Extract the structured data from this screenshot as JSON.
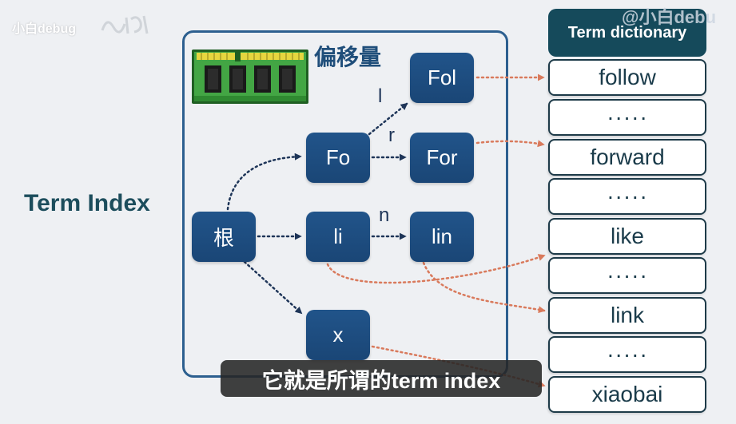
{
  "watermark": {
    "left_text": "小白debug",
    "right_text": "@小白debu"
  },
  "term_index": {
    "label": "Term Index",
    "offset_label": "偏移量",
    "nodes": {
      "root": "根",
      "fo": "Fo",
      "fol": "Fol",
      "for": "For",
      "li": "li",
      "lin": "lin",
      "x": "x"
    },
    "edge_labels": {
      "fo_to_fol": "l",
      "fo_to_for": "r",
      "li_to_lin": "n"
    }
  },
  "term_dictionary": {
    "header": "Term dictionary",
    "rows": [
      "follow",
      "·····",
      "forward",
      "·····",
      "like",
      "·····",
      "link",
      "·····",
      "xiaobai"
    ]
  },
  "subtitle": "它就是所谓的term index",
  "icons": {
    "memory": "memory-chip-icon",
    "logo": "watermark-logo-icon"
  },
  "colors": {
    "background": "#eef0f3",
    "node": "#1d4d7d",
    "frame": "#2c5f8f",
    "dictionary_header": "#154a5b",
    "trie_arrow": "#1e3558",
    "mapping_arrow": "#d97a5c",
    "label_text": "#1c4d5c"
  }
}
